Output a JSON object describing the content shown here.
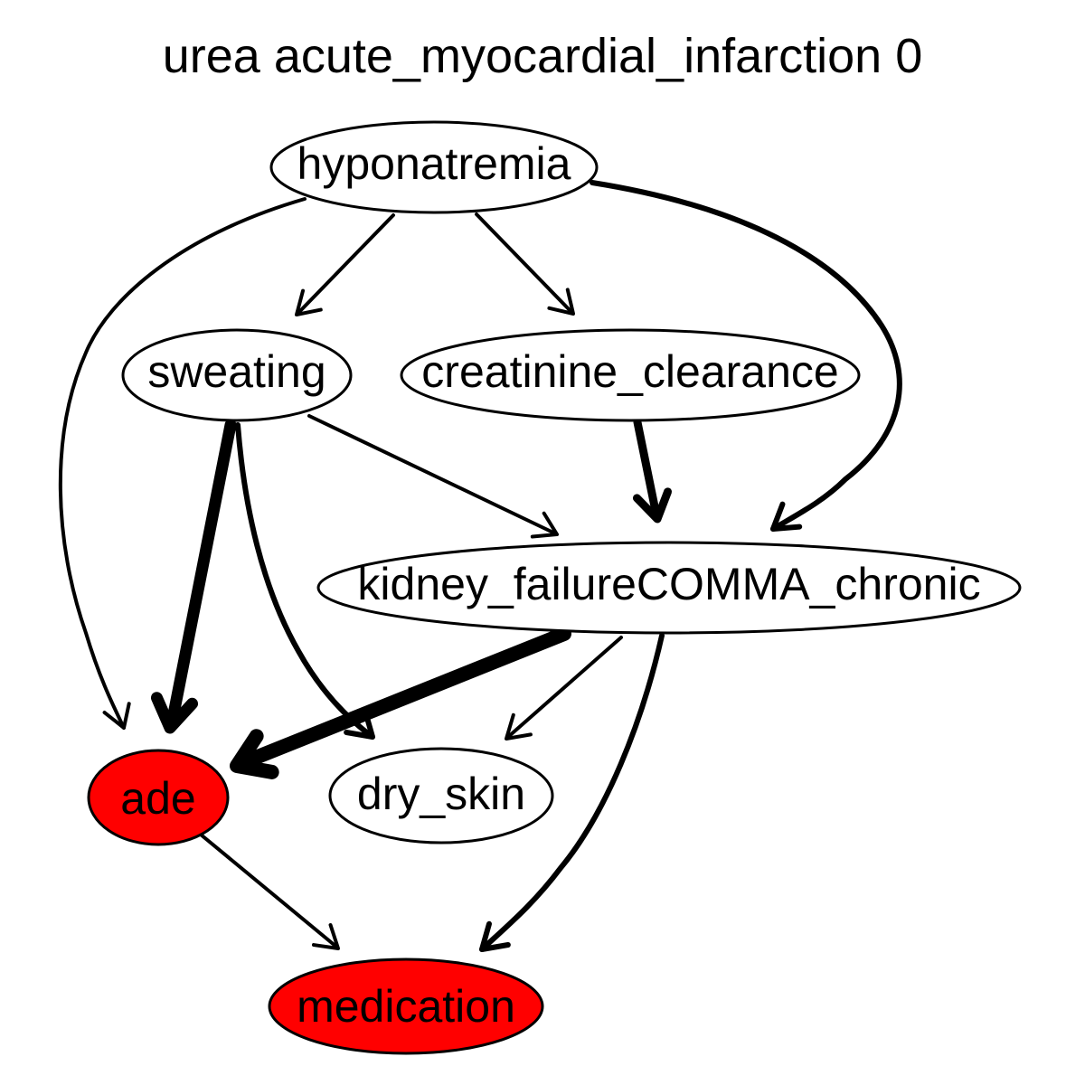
{
  "title": "urea acute_myocardial_infarction 0",
  "colors": {
    "highlight": "#ff0000",
    "default": "#ffffff",
    "stroke": "#000000"
  },
  "nodes": {
    "hyponatremia": {
      "label": "hyponatremia",
      "highlighted": false
    },
    "sweating": {
      "label": "sweating",
      "highlighted": false
    },
    "creatinine_clearance": {
      "label": "creatinine_clearance",
      "highlighted": false
    },
    "kidney_failure_chronic": {
      "label": "kidney_failureCOMMA_chronic",
      "highlighted": false
    },
    "ade": {
      "label": "ade",
      "highlighted": true
    },
    "dry_skin": {
      "label": "dry_skin",
      "highlighted": false
    },
    "medication": {
      "label": "medication",
      "highlighted": true
    }
  },
  "edges": [
    {
      "from": "hyponatremia",
      "to": "ade",
      "weight": 1
    },
    {
      "from": "hyponatremia",
      "to": "sweating",
      "weight": 1
    },
    {
      "from": "hyponatremia",
      "to": "creatinine_clearance",
      "weight": 1
    },
    {
      "from": "hyponatremia",
      "to": "kidney_failure_chronic",
      "weight": 2
    },
    {
      "from": "sweating",
      "to": "ade",
      "weight": 4
    },
    {
      "from": "sweating",
      "to": "dry_skin",
      "weight": 2
    },
    {
      "from": "sweating",
      "to": "kidney_failure_chronic",
      "weight": 1
    },
    {
      "from": "creatinine_clearance",
      "to": "kidney_failure_chronic",
      "weight": 3
    },
    {
      "from": "kidney_failure_chronic",
      "to": "ade",
      "weight": 5
    },
    {
      "from": "kidney_failure_chronic",
      "to": "dry_skin",
      "weight": 1
    },
    {
      "from": "kidney_failure_chronic",
      "to": "medication",
      "weight": 2
    },
    {
      "from": "ade",
      "to": "medication",
      "weight": 1
    }
  ]
}
